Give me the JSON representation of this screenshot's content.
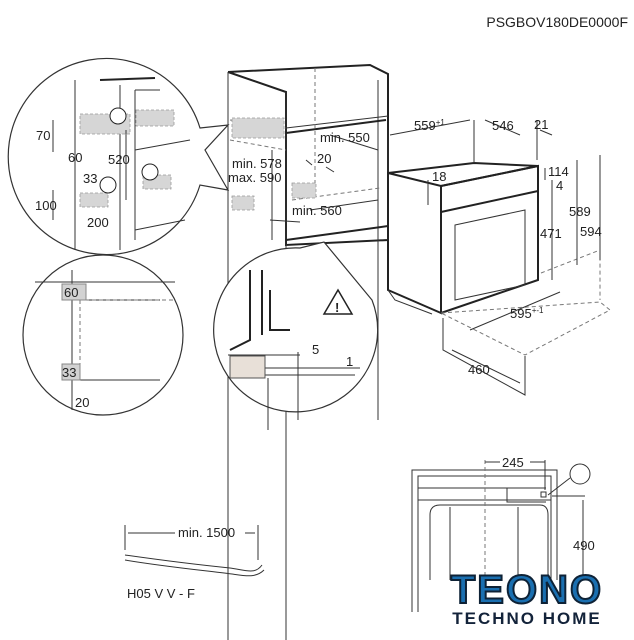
{
  "header": {
    "product_code": "PSGBOV180DE0000F"
  },
  "detail_top_left": {
    "d70": "70",
    "d60": "60",
    "d520": "520",
    "d33": "33",
    "d100": "100",
    "d200": "200"
  },
  "cabinet": {
    "height_min": "min. 578",
    "height_max": "max. 590",
    "depth_min": "min. 550",
    "gap": "20",
    "width_min": "min. 560"
  },
  "oven": {
    "depth_total": "559",
    "depth_total_tol": "+1",
    "depth_body": "546",
    "front": "21",
    "top_gap": "18",
    "panel": "114",
    "step": "4",
    "height_body": "589",
    "height_total": "594",
    "door": "471",
    "width": "595",
    "width_tol": "+-1",
    "door_swing": "460"
  },
  "detail_mid_left": {
    "top": "60",
    "bottom": "33",
    "side": "20"
  },
  "detail_mid_center": {
    "d5": "5",
    "d1": "1"
  },
  "cable": {
    "length": "min. 1500",
    "type": "H05 V V - F"
  },
  "side_view": {
    "width": "245",
    "height": "490"
  },
  "logo": {
    "brand": "TEONO",
    "tagline": "TECHNO HOME"
  }
}
